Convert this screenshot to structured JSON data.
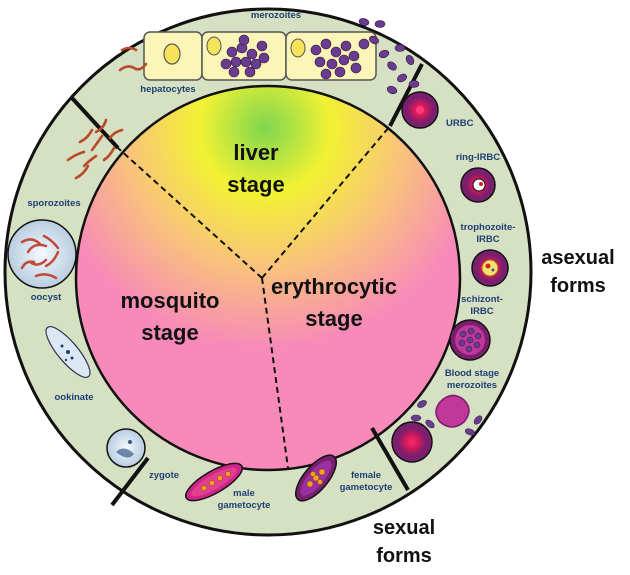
{
  "diagram": {
    "center_stages": {
      "liver": [
        "liver",
        "stage"
      ],
      "mosquito": [
        "mosquito",
        "stage"
      ],
      "erythrocytic": [
        "erythrocytic",
        "stage"
      ]
    },
    "ring_labels": {
      "merozoites": "merozoites",
      "hepatocytes": "hepatocytes",
      "urbc": "URBC",
      "ring_irbc": "ring-IRBC",
      "trophozoite_irbc": [
        "trophozoite-",
        "IRBC"
      ],
      "schizont_irbc": [
        "schizont-",
        "IRBC"
      ],
      "blood_stage_merozoites": [
        "Blood stage",
        "merozoites"
      ],
      "female_gametocyte": [
        "female",
        "gametocyte"
      ],
      "male_gametocyte": [
        "male",
        "gametocyte"
      ],
      "zygote": "zygote",
      "ookinate": "ookinate",
      "oocyst": "oocyst",
      "sporozoites": "sporozoites"
    },
    "outer_labels": {
      "asexual": [
        "asexual",
        "forms"
      ],
      "sexual": [
        "sexual",
        "forms"
      ]
    },
    "colors": {
      "ring_fill": "#d6e0c2",
      "label_blue": "#1f3f73",
      "cell_purple": "#7a1f6e",
      "merozoite_purple": "#6a3c8f",
      "hepatocyte_fill": "#fbf5b8"
    }
  }
}
